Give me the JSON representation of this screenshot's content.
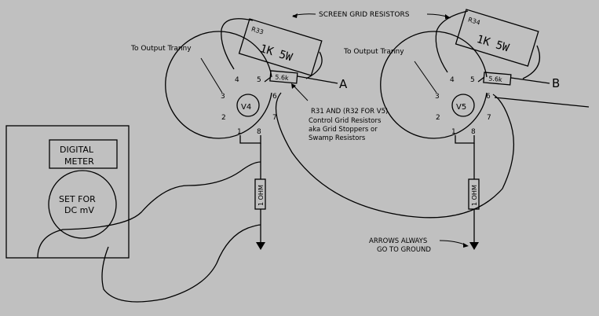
{
  "labels": {
    "screen_grid_resistors": "SCREEN GRID RESISTORS",
    "to_output_tranny": "To Output Tranny",
    "arrows_always": "ARROWS ALWAYS",
    "go_to_ground": "GO TO GROUND",
    "control_grid_line1": "R31 AND (R32 FOR V5)",
    "control_grid_line2": "Control Grid Resistors",
    "control_grid_line3": "aka Grid Stoppers or",
    "control_grid_line4": "Swamp Resistors"
  },
  "meter": {
    "display_line1": "DIGITAL",
    "display_line2": "METER",
    "dial_line1": "SET FOR",
    "dial_line2": "DC mV"
  },
  "tubes": [
    {
      "name": "V4",
      "screen_resistor_ref": "R33",
      "screen_resistor_value": "1K 5W",
      "grid_resistor_value": "5.6k",
      "test_point": "A",
      "cathode_resistor": "1 OHM",
      "pins": [
        "1",
        "2",
        "3",
        "4",
        "5",
        "6",
        "7",
        "8"
      ]
    },
    {
      "name": "V5",
      "screen_resistor_ref": "R34",
      "screen_resistor_value": "1K 5W",
      "grid_resistor_value": "5.6k",
      "test_point": "B",
      "cathode_resistor": "1 OHM",
      "pins": [
        "1",
        "2",
        "3",
        "4",
        "5",
        "6",
        "7",
        "8"
      ]
    }
  ]
}
